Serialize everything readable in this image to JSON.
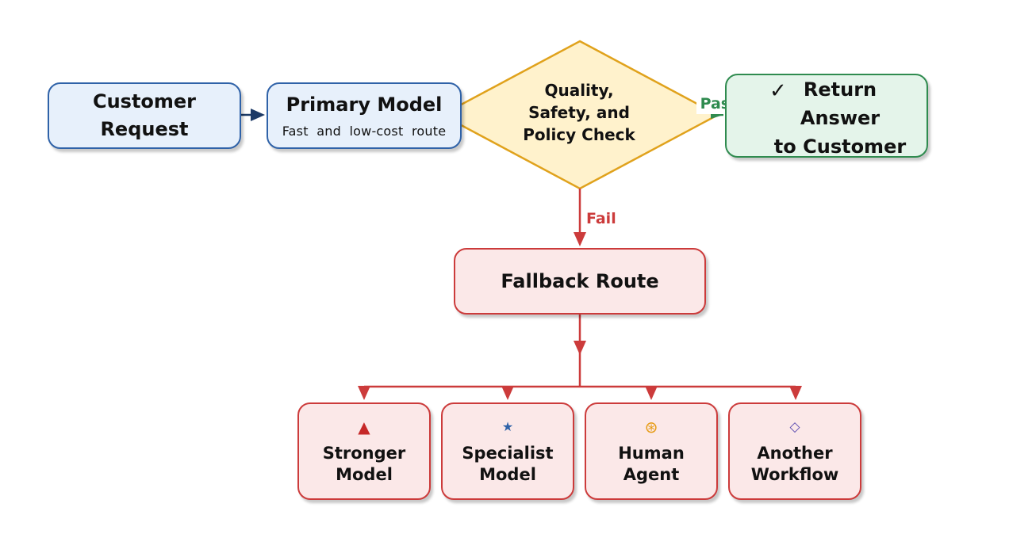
{
  "nodes": {
    "customer_request": "Customer\nRequest",
    "primary_model": {
      "title": "Primary Model",
      "subtitle": "Fast  and  low-cost  route"
    },
    "quality_check": "Quality,\nSafety, and\nPolicy Check",
    "return_answer": {
      "icon": "✓",
      "text": "Return\nAnswer\nto Customer"
    },
    "fallback_route": "Fallback Route",
    "options": [
      {
        "icon": "▲",
        "icon_name": "triangle-icon",
        "icon_color": "#c62828",
        "label": "Stronger\nModel"
      },
      {
        "icon": "★",
        "icon_name": "star-icon",
        "icon_color": "#2f62a8",
        "label": "Specialist\nModel"
      },
      {
        "icon": "⊛",
        "icon_name": "asterisk-circle-icon",
        "icon_color": "#e69a12",
        "label": "Human\nAgent"
      },
      {
        "icon": "◇",
        "icon_name": "diamond-outline-icon",
        "icon_color": "#5b4bb0",
        "label": "Another\nWorkflow"
      }
    ]
  },
  "edges": {
    "pass_label": "Pass",
    "fail_label": "Fail"
  },
  "colors": {
    "blue_border": "#2f62a8",
    "green_border": "#2f8b4f",
    "red_border": "#cc3b3b",
    "diamond_fill": "#fff2cc",
    "diamond_border": "#e0a21c",
    "arrow_dark": "#1d3a66",
    "arrow_red": "#cc3b3b",
    "pass_color": "#2f8b4f"
  }
}
